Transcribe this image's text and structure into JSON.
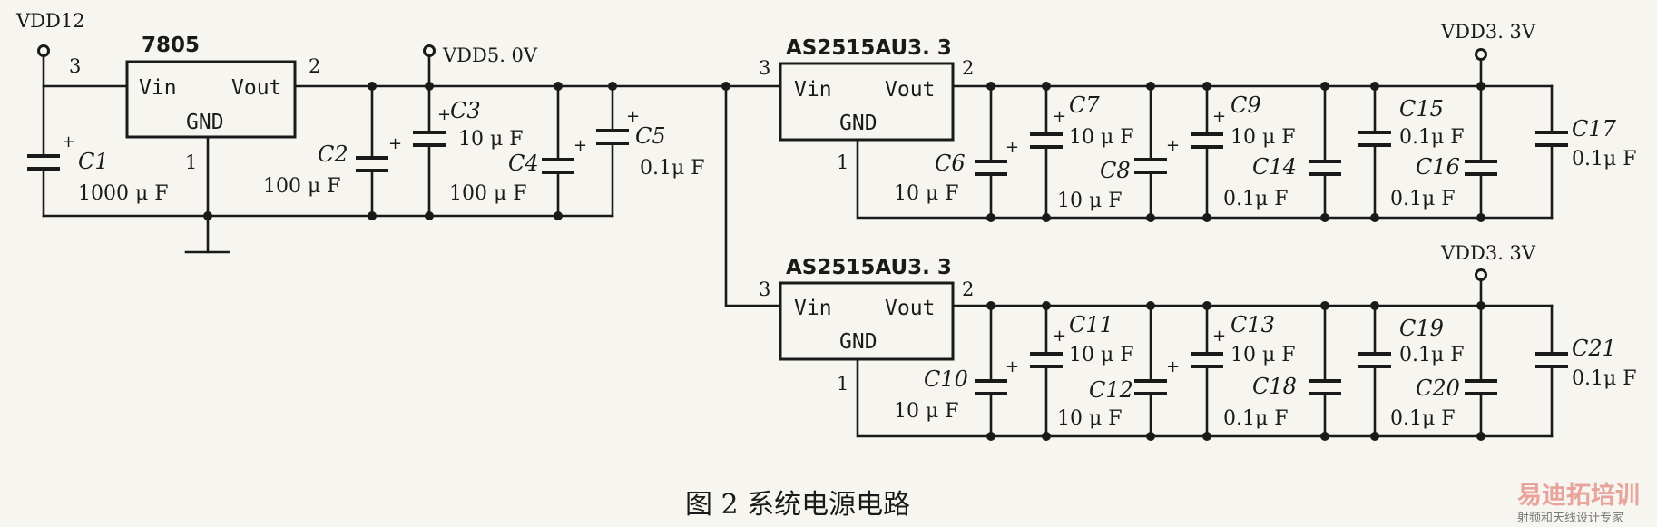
{
  "nets": {
    "vdd12": "VDD12",
    "vdd5": "VDD5. 0V",
    "vdd33_top": "VDD3. 3V",
    "vdd33_bottom": "VDD3. 3V"
  },
  "regulators": [
    {
      "name": "7805",
      "vin": "Vin",
      "vout": "Vout",
      "gnd": "GND",
      "pin_in": "3",
      "pin_out": "2",
      "pin_gnd": "1"
    },
    {
      "name": "AS2515AU3. 3",
      "vin": "Vin",
      "vout": "Vout",
      "gnd": "GND",
      "pin_in": "3",
      "pin_out": "2",
      "pin_gnd": "1"
    },
    {
      "name": "AS2515AU3. 3",
      "vin": "Vin",
      "vout": "Vout",
      "gnd": "GND",
      "pin_in": "3",
      "pin_out": "2",
      "pin_gnd": "1"
    }
  ],
  "capacitors": [
    {
      "ref": "C1",
      "value": "1000 μ F",
      "polarized": true
    },
    {
      "ref": "C2",
      "value": "100 μ F",
      "polarized": true
    },
    {
      "ref": "C3",
      "value": "10 μ F",
      "polarized": true
    },
    {
      "ref": "C4",
      "value": "100 μ F",
      "polarized": true
    },
    {
      "ref": "C5",
      "value": "0.1μ F",
      "polarized": true
    },
    {
      "ref": "C6",
      "value": "10 μ F",
      "polarized": true
    },
    {
      "ref": "C7",
      "value": "10 μ F",
      "polarized": true
    },
    {
      "ref": "C8",
      "value": "10 μ F",
      "polarized": true
    },
    {
      "ref": "C9",
      "value": "10 μ F",
      "polarized": true
    },
    {
      "ref": "C14",
      "value": "0.1μ F",
      "polarized": false
    },
    {
      "ref": "C15",
      "value": "0.1μ F",
      "polarized": false
    },
    {
      "ref": "C16",
      "value": "0.1μ F",
      "polarized": false
    },
    {
      "ref": "C17",
      "value": "0.1μ F",
      "polarized": false
    },
    {
      "ref": "C10",
      "value": "10 μ F",
      "polarized": true
    },
    {
      "ref": "C11",
      "value": "10 μ F",
      "polarized": true
    },
    {
      "ref": "C12",
      "value": "10 μ F",
      "polarized": true
    },
    {
      "ref": "C13",
      "value": "10 μ F",
      "polarized": true
    },
    {
      "ref": "C18",
      "value": "0.1μ F",
      "polarized": false
    },
    {
      "ref": "C19",
      "value": "0.1μ F",
      "polarized": false
    },
    {
      "ref": "C20",
      "value": "0.1μ F",
      "polarized": false
    },
    {
      "ref": "C21",
      "value": "0.1μ F",
      "polarized": false
    }
  ],
  "caption": "图 2  系统电源电路",
  "watermark": {
    "logo": "易迪拓培训",
    "tagline": "射频和天线设计专家"
  }
}
